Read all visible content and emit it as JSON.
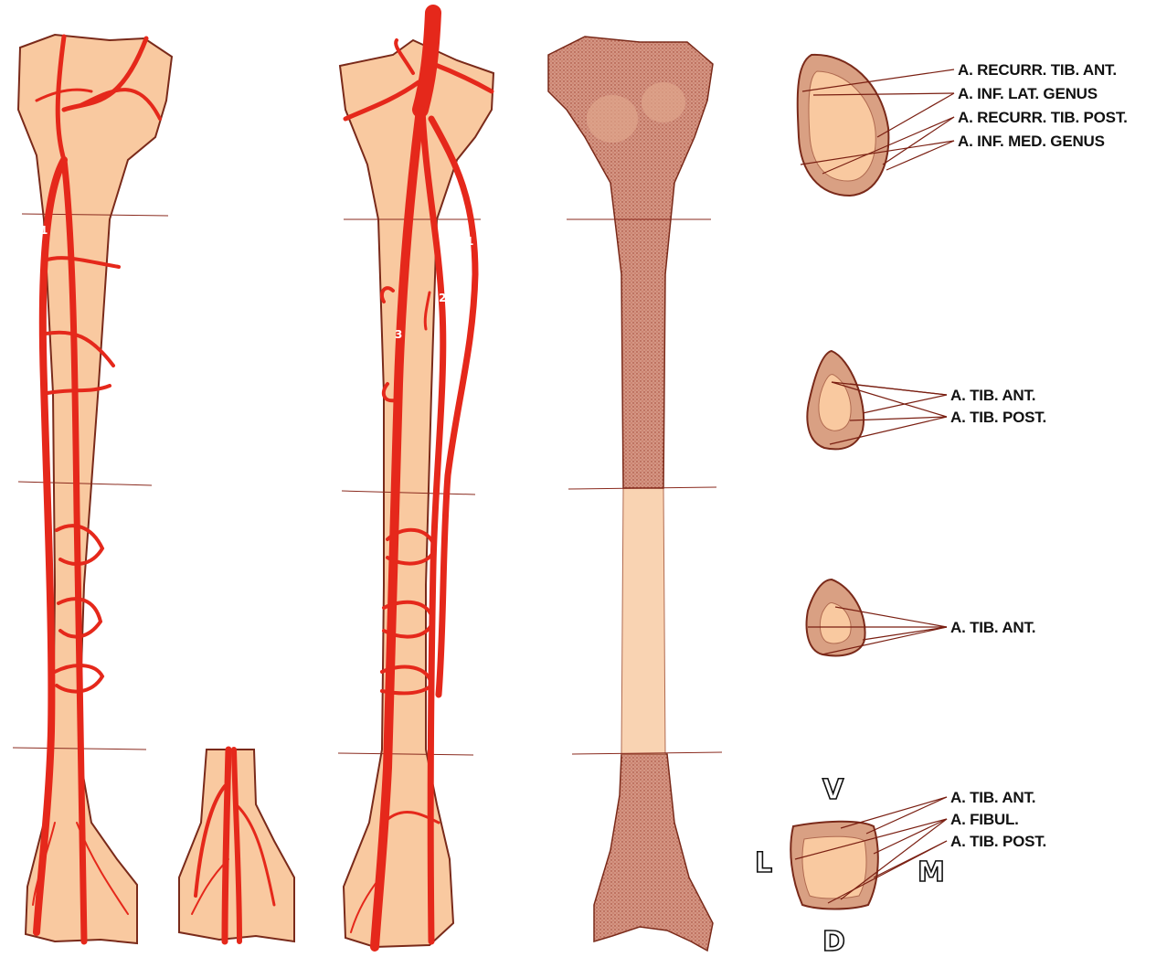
{
  "colors": {
    "bone": "#f9c9a0",
    "bone_outline": "#7a2a1a",
    "artery": "#e5281b",
    "density_dark": "#c78b7a",
    "cortex": "#d9a083",
    "leader_line": "#7a1f12",
    "level_line": "#8a2a1e"
  },
  "vessel_numbers": {
    "front_left": "1",
    "back_right": "1",
    "back_middle": "2",
    "back_left": "3"
  },
  "sections": [
    {
      "labels": [
        "A. RECURR. TIB. ANT.",
        "A. INF. LAT. GENUS",
        "A. RECURR. TIB. POST.",
        "A. INF. MED. GENUS"
      ]
    },
    {
      "labels": [
        "A. TIB. ANT.",
        "A. TIB. POST."
      ]
    },
    {
      "labels": [
        "A. TIB. ANT."
      ]
    },
    {
      "labels": [
        "A. TIB. ANT.",
        "A. FIBUL.",
        "A. TIB. POST."
      ],
      "orientation": {
        "top": "V",
        "bottom": "D",
        "left": "L",
        "right": "M"
      }
    }
  ]
}
